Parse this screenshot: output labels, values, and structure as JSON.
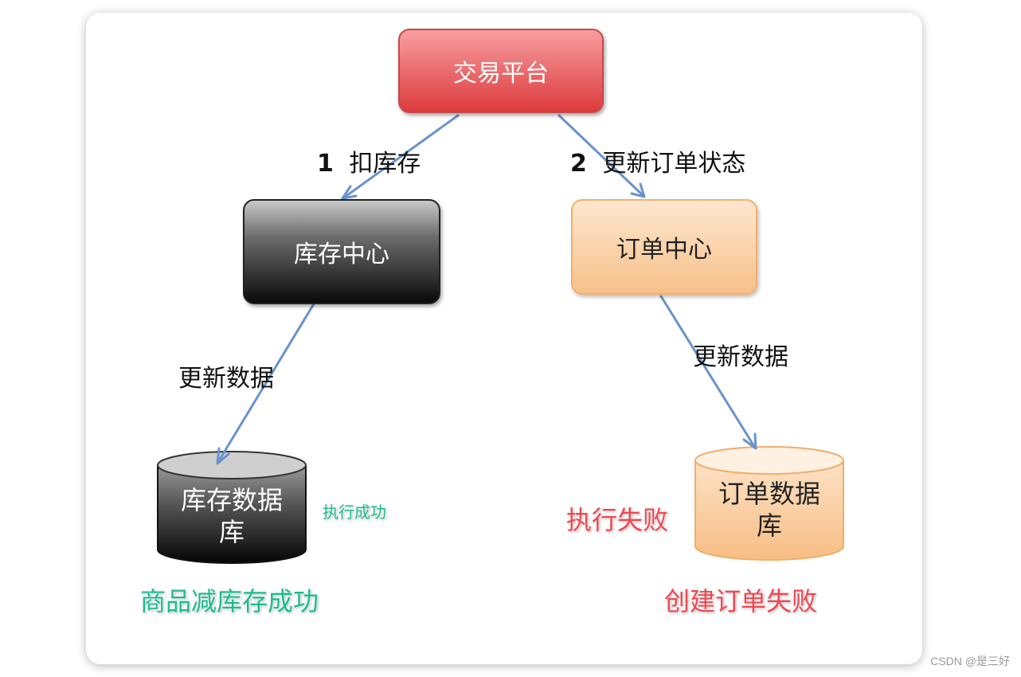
{
  "nodes": {
    "trade_platform": "交易平台",
    "inventory_center": "库存中心",
    "order_center": "订单中心",
    "inventory_db_line1": "库存数据",
    "inventory_db_line2": "库",
    "order_db_line1": "订单数据",
    "order_db_line2": "库"
  },
  "edges": {
    "step1_num": "1",
    "step1_text": "扣库存",
    "step2_num": "2",
    "step2_text": "更新订单状态",
    "update_left": "更新数据",
    "update_right": "更新数据"
  },
  "status": {
    "exec_success": "执行成功",
    "exec_fail": "执行失败",
    "inventory_result": "商品减库存成功",
    "order_result": "创建订单失败"
  },
  "watermark": "CSDN @是三好",
  "colors": {
    "arrow": "#6a93cb",
    "success": "#1dbb8f",
    "fail": "#f0454f",
    "trade_box": "#e5484a",
    "order_box": "#f9caa0",
    "inventory_box": "#1a1a1a"
  }
}
